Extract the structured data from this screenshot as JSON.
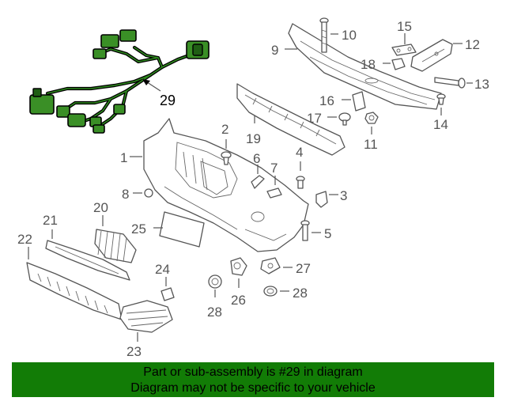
{
  "callouts": {
    "c1": "1",
    "c2": "2",
    "c3": "3",
    "c4": "4",
    "c5": "5",
    "c6": "6",
    "c7": "7",
    "c8": "8",
    "c9": "9",
    "c10": "10",
    "c11": "11",
    "c12": "12",
    "c13": "13",
    "c14": "14",
    "c15": "15",
    "c16": "16",
    "c17": "17",
    "c18": "18",
    "c19": "19",
    "c20": "20",
    "c21": "21",
    "c22": "22",
    "c23": "23",
    "c24": "24",
    "c25": "25",
    "c26": "26",
    "c27": "27",
    "c28a": "28",
    "c28b": "28",
    "c29": "29"
  },
  "highlight_part": "29",
  "colors": {
    "banner": "#127c06",
    "highlight": "#3a8f26",
    "line_art": "#555555"
  },
  "banner": {
    "line1": "Part or sub-assembly is #29 in diagram",
    "line2": "Diagram may not be specific to your vehicle"
  }
}
